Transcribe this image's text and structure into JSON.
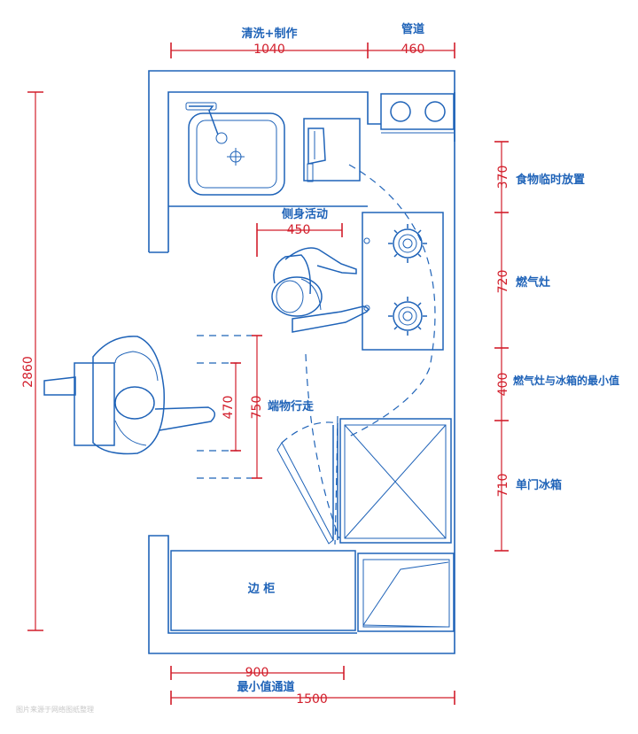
{
  "labels": {
    "washing_prep": "清洗+制作",
    "pipe": "管道",
    "side_activity": "侧身活动",
    "carry_walk": "端物行走",
    "side_cabinet": "边 柜",
    "min_passage": "最小值通道",
    "food_temp_storage": "食物临时放置",
    "gas_stove": "燃气灶",
    "stove_fridge_min": "燃气灶与冰箱的最小值",
    "single_door_fridge": "单门冰箱"
  },
  "dimensions": {
    "top_washing": "1040",
    "top_pipe": "460",
    "left_total": "2860",
    "side_activity": "450",
    "carry_inner": "470",
    "carry_outer": "750",
    "right_food": "370",
    "right_stove": "720",
    "right_gap": "400",
    "right_fridge": "710",
    "bottom_passage": "900",
    "bottom_total": "1500"
  },
  "watermark": "图片来源于网络图纸整理",
  "colors": {
    "line": "#1f63b8",
    "dimension": "#d21e2b",
    "background": "#ffffff"
  }
}
